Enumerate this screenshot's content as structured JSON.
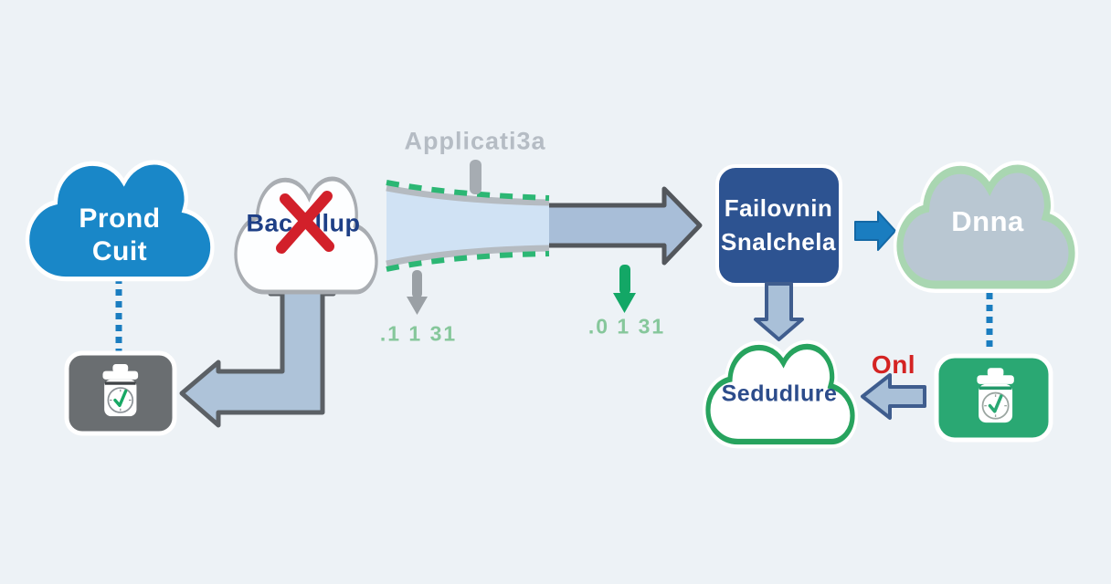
{
  "diagram": {
    "background_color": "#edf2f6",
    "prod_cloud": {
      "line1": "Prond",
      "line2": "Cuit",
      "fill_color": "#1987c8",
      "text_color": "#ffffff"
    },
    "backup_cloud": {
      "label_prefix": "Bac",
      "label_suffix": "llup",
      "text_color": "#1e3f86",
      "x_mark_color": "#d2202a"
    },
    "application_label": {
      "text": "Applicati3a",
      "color": "#b5bcc4"
    },
    "funnel": {
      "fill_color": "#d0e2f4",
      "dash_color": "#2cb774"
    },
    "metrics": {
      "left_text": ".1 1 31",
      "right_text": ".0 1 31",
      "color": "#86c79b"
    },
    "failover_box": {
      "line1": "Failovnin",
      "line2": "Snalchela",
      "fill_color": "#2d5391",
      "text_color": "#ffffff"
    },
    "dnna_cloud": {
      "label": "Dnna",
      "fill_color": "#b9c7d2",
      "ring_color": "#a9d6b1",
      "text_color": "#ffffff"
    },
    "schedule_cloud": {
      "label": "Sedudlure",
      "border_color": "#27a35e",
      "text_color": "#2c4c8b"
    },
    "onl_label": {
      "text": "Onl",
      "color": "#d42322"
    },
    "icons": {
      "gray_square_icon": "trash-clock-icon",
      "green_square_icon": "trash-clock-icon",
      "gray_square_color": "#6a6e71",
      "green_square_color": "#2aa873"
    },
    "connector_colors": {
      "dotted_blue": "#1a7dc0",
      "big_arrow_fill": "#a8bed8",
      "big_arrow_stroke": "#53575c",
      "elbow_arrow_fill": "#aec3d9",
      "small_arrow_fill": "#a9c0d8",
      "small_arrow_stroke": "#3f5d8e",
      "gray_down_arrow": "#9aa0a5",
      "green_down_arrow": "#13a766",
      "solid_blue_arrow": "#1a7dc0"
    }
  }
}
